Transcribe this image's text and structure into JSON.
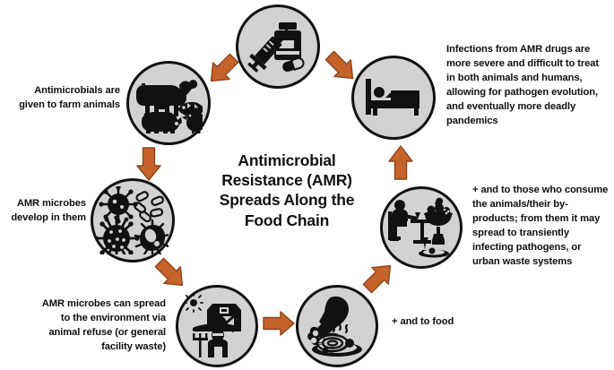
{
  "diagram": {
    "title_lines": [
      "Antimicrobial",
      "Resistance (AMR)",
      "Spreads Along the",
      "Food Chain"
    ],
    "colors": {
      "arrow": "#c5632b",
      "arrow_outline": "#8c4418",
      "circle_fill": "#d2d2d2",
      "circle_stroke": "#111111",
      "text": "#0f0f0f",
      "background": "#ffffff"
    },
    "nodes": [
      {
        "id": "drugs",
        "icon_name": "syringe-and-pill-bottle-icon",
        "alt": "syringe, pill bottle and capsule"
      },
      {
        "id": "farm-animals",
        "icon_name": "farm-animals-icon",
        "alt": "cow, fish, pig and chicken"
      },
      {
        "id": "microbes",
        "icon_name": "microbes-icon",
        "alt": "viruses and bacteria"
      },
      {
        "id": "environment",
        "icon_name": "farmer-and-barn-icon",
        "alt": "farmer with pitchfork in front of barn with sun"
      },
      {
        "id": "food",
        "icon_name": "drumstick-and-pasta-icon",
        "alt": "chicken drumstick and plate of steaming pasta"
      },
      {
        "id": "consumers",
        "icon_name": "person-dining-icon",
        "alt": "person eating at table with fruit bowl and wine"
      },
      {
        "id": "hospital",
        "icon_name": "hospital-bed-icon",
        "alt": "patient in hospital bed"
      }
    ],
    "arrows": [
      {
        "id": "arrow-drugs-to-animals",
        "direction": "down-left"
      },
      {
        "id": "arrow-drugs-to-hospital",
        "direction": "down-right"
      },
      {
        "id": "arrow-animals-to-microbes",
        "direction": "down"
      },
      {
        "id": "arrow-microbes-to-environment",
        "direction": "down-right"
      },
      {
        "id": "arrow-environment-to-food",
        "direction": "right"
      },
      {
        "id": "arrow-food-to-consumers",
        "direction": "up-right"
      },
      {
        "id": "arrow-consumers-to-hospital",
        "direction": "up"
      }
    ],
    "captions": {
      "farm_animals": "Antimicrobials are\ngiven to farm animals",
      "microbes": "AMR microbes\ndevelop in them",
      "environment": "AMR microbes can spread\nto the environment via\nanimal refuse (or general\nfacility waste)",
      "food": "+ and to food",
      "consumers": "+ and to those who consume\nthe animals/their by-\nproducts; from them it may\nspread to transiently\ninfecting pathogens, or\nurban waste systems",
      "hospital": "Infections from AMR drugs are\nmore severe and difficult to treat\nin both animals and humans,\nallowing for pathogen evolution,\nand eventually more deadly\npandemics"
    }
  }
}
